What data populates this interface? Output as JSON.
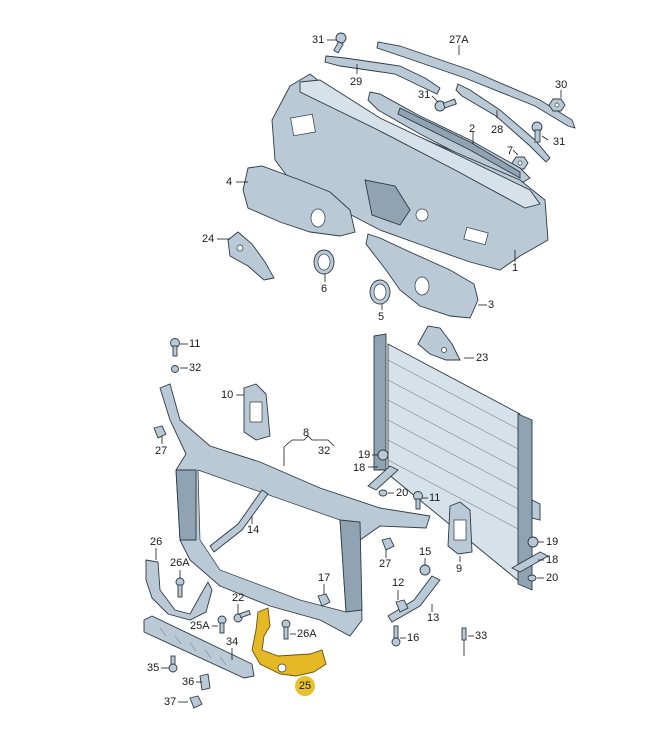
{
  "diagram": {
    "type": "exploded-parts-diagram",
    "subject": "Front body structure: plenum panel, bulkhead insulation, radiator, lock carrier",
    "highlight_color": "#e5b825",
    "part_color": "#b9c9d6",
    "highlighted_part": "25",
    "labels": [
      {
        "id": "31a",
        "text": "31"
      },
      {
        "id": "27A",
        "text": "27A"
      },
      {
        "id": "29",
        "text": "29"
      },
      {
        "id": "30",
        "text": "30"
      },
      {
        "id": "31b",
        "text": "31"
      },
      {
        "id": "28",
        "text": "28"
      },
      {
        "id": "2",
        "text": "2"
      },
      {
        "id": "31c",
        "text": "31"
      },
      {
        "id": "7",
        "text": "7"
      },
      {
        "id": "4",
        "text": "4"
      },
      {
        "id": "24",
        "text": "24"
      },
      {
        "id": "1",
        "text": "1"
      },
      {
        "id": "6",
        "text": "6"
      },
      {
        "id": "5",
        "text": "5"
      },
      {
        "id": "3",
        "text": "3"
      },
      {
        "id": "11a",
        "text": "11"
      },
      {
        "id": "32a",
        "text": "32"
      },
      {
        "id": "23",
        "text": "23"
      },
      {
        "id": "10",
        "text": "10"
      },
      {
        "id": "8",
        "text": "8"
      },
      {
        "id": "32b",
        "text": "32"
      },
      {
        "id": "27a",
        "text": "27"
      },
      {
        "id": "19a",
        "text": "19"
      },
      {
        "id": "18a",
        "text": "18"
      },
      {
        "id": "20a",
        "text": "20"
      },
      {
        "id": "11b",
        "text": "11"
      },
      {
        "id": "14",
        "text": "14"
      },
      {
        "id": "27b",
        "text": "27"
      },
      {
        "id": "9",
        "text": "9"
      },
      {
        "id": "19b",
        "text": "19"
      },
      {
        "id": "18b",
        "text": "18"
      },
      {
        "id": "20b",
        "text": "20"
      },
      {
        "id": "26",
        "text": "26"
      },
      {
        "id": "26Aa",
        "text": "26A"
      },
      {
        "id": "15",
        "text": "15"
      },
      {
        "id": "17",
        "text": "17"
      },
      {
        "id": "12",
        "text": "12"
      },
      {
        "id": "22",
        "text": "22"
      },
      {
        "id": "13",
        "text": "13"
      },
      {
        "id": "25A",
        "text": "25A"
      },
      {
        "id": "26Ab",
        "text": "26A"
      },
      {
        "id": "34",
        "text": "34"
      },
      {
        "id": "16",
        "text": "16"
      },
      {
        "id": "33",
        "text": "33"
      },
      {
        "id": "35",
        "text": "35"
      },
      {
        "id": "36",
        "text": "36"
      },
      {
        "id": "25",
        "text": "25"
      },
      {
        "id": "37",
        "text": "37"
      }
    ]
  }
}
